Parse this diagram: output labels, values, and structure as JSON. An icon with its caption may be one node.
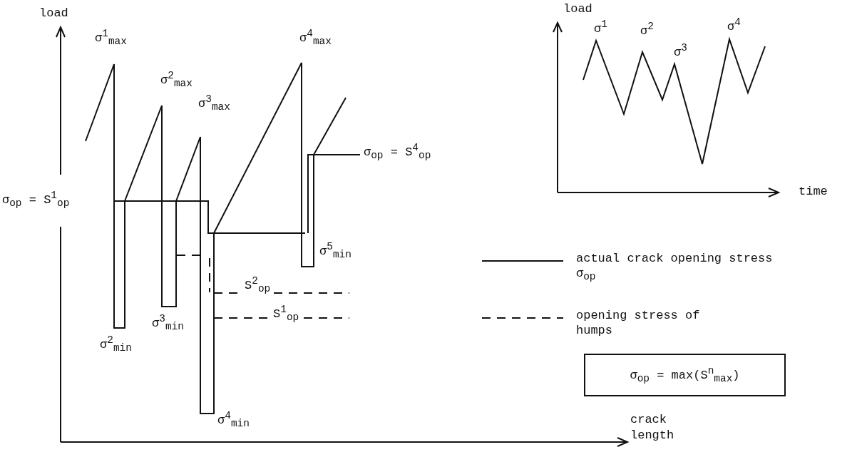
{
  "diagram": {
    "nodes": [
      {
        "text": [
          "σ$_{op}$ = max(S$^{n}$$_{max}$)"
        ]
      }
    ],
    "edges": [],
    "labels": [
      "load",
      "σ$^{1}$$_{max}$",
      "σ$^{4}$$_{max}$",
      "σ$^{2}$$_{max}$",
      "σ$^{3}$$_{max}$",
      "σ$_{op}$ = S$^{4}$$_{op}$",
      "σ$_{op}$ = S$^{1}$$_{op}$",
      "σ$^{5}$$_{min}$",
      "S$^{2}$$_{op}$",
      "S$^{1}$$_{op}$",
      "σ$^{3}$$_{min}$",
      "σ$^{2}$$_{min}$",
      "σ$^{4}$$_{min}$",
      "crack length",
      "load",
      "σ$^{1}$",
      "σ$^{2}$",
      "σ$^{3}$",
      "σ$^{4}$",
      "time"
    ],
    "legend": [
      {
        "text": "actual crack opening stress σ$_{op}$"
      },
      {
        "text": "opening stress of humps"
      }
    ]
  }
}
